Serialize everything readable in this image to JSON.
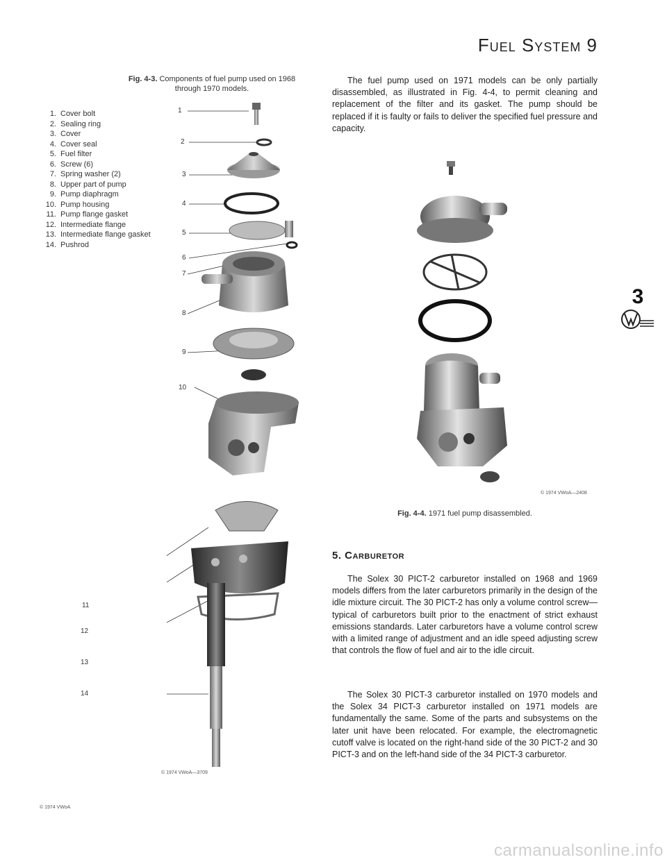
{
  "header": {
    "title": "Fuel System 9"
  },
  "figure3": {
    "label": "Fig. 4-3.",
    "caption": "Components of fuel pump used on 1968 through 1970 models.",
    "copyright": "© 1974 VWoA—3709",
    "legend": [
      {
        "num": "1.",
        "text": "Cover bolt"
      },
      {
        "num": "2.",
        "text": "Sealing ring"
      },
      {
        "num": "3.",
        "text": "Cover"
      },
      {
        "num": "4.",
        "text": "Cover seal"
      },
      {
        "num": "5.",
        "text": "Fuel filter"
      },
      {
        "num": "6.",
        "text": "Screw (6)"
      },
      {
        "num": "7.",
        "text": "Spring washer (2)"
      },
      {
        "num": "8.",
        "text": "Upper part of pump"
      },
      {
        "num": "9.",
        "text": "Pump diaphragm"
      },
      {
        "num": "10.",
        "text": "Pump housing"
      },
      {
        "num": "11.",
        "text": "Pump flange gasket"
      },
      {
        "num": "12.",
        "text": "Intermediate flange"
      },
      {
        "num": "13.",
        "text": "Intermediate flange gasket"
      },
      {
        "num": "14.",
        "text": "Pushrod"
      }
    ],
    "callouts": [
      "1",
      "2",
      "3",
      "4",
      "5",
      "6",
      "7",
      "8",
      "9",
      "10",
      "11",
      "12",
      "13",
      "14"
    ]
  },
  "footer_copyright": "© 1974 VWoA",
  "intro_paragraph": "The fuel pump used on 1971 models can be only partially disassembled, as illustrated in Fig. 4-4, to permit cleaning and replacement of the filter and its gasket. The pump should be replaced if it is faulty or fails to deliver the specified fuel pressure and capacity.",
  "figure4": {
    "label": "Fig. 4-4.",
    "caption": "1971 fuel pump disassembled.",
    "copyright": "© 1974 VWoA—2408"
  },
  "section": {
    "heading": "5. Carburetor",
    "paragraphs": [
      "The Solex 30 PICT-2 carburetor installed on 1968 and 1969 models differs from the later carburetors primarily in the design of the idle mixture circuit. The 30 PICT-2 has only a volume control screw—typical of carburetors built prior to the enactment of strict exhaust emissions standards. Later carburetors have a volume control screw with a limited range of adjustment and an idle speed adjusting screw that controls the flow of fuel and air to the idle circuit.",
      "The Solex 30 PICT-3 carburetor installed on 1970 models and the Solex 34 PICT-3 carburetor installed on 1971 models are fundamentally the same. Some of the parts and subsystems on the later unit have been relocated. For example, the electromagnetic cutoff valve is located on the right-hand side of the 30 PICT-2 and 30 PICT-3 and on the left-hand side of the 34 PICT-3 carburetor."
    ]
  },
  "chapter_tab": {
    "number": "3"
  },
  "watermark": "carmanualsonline.info"
}
